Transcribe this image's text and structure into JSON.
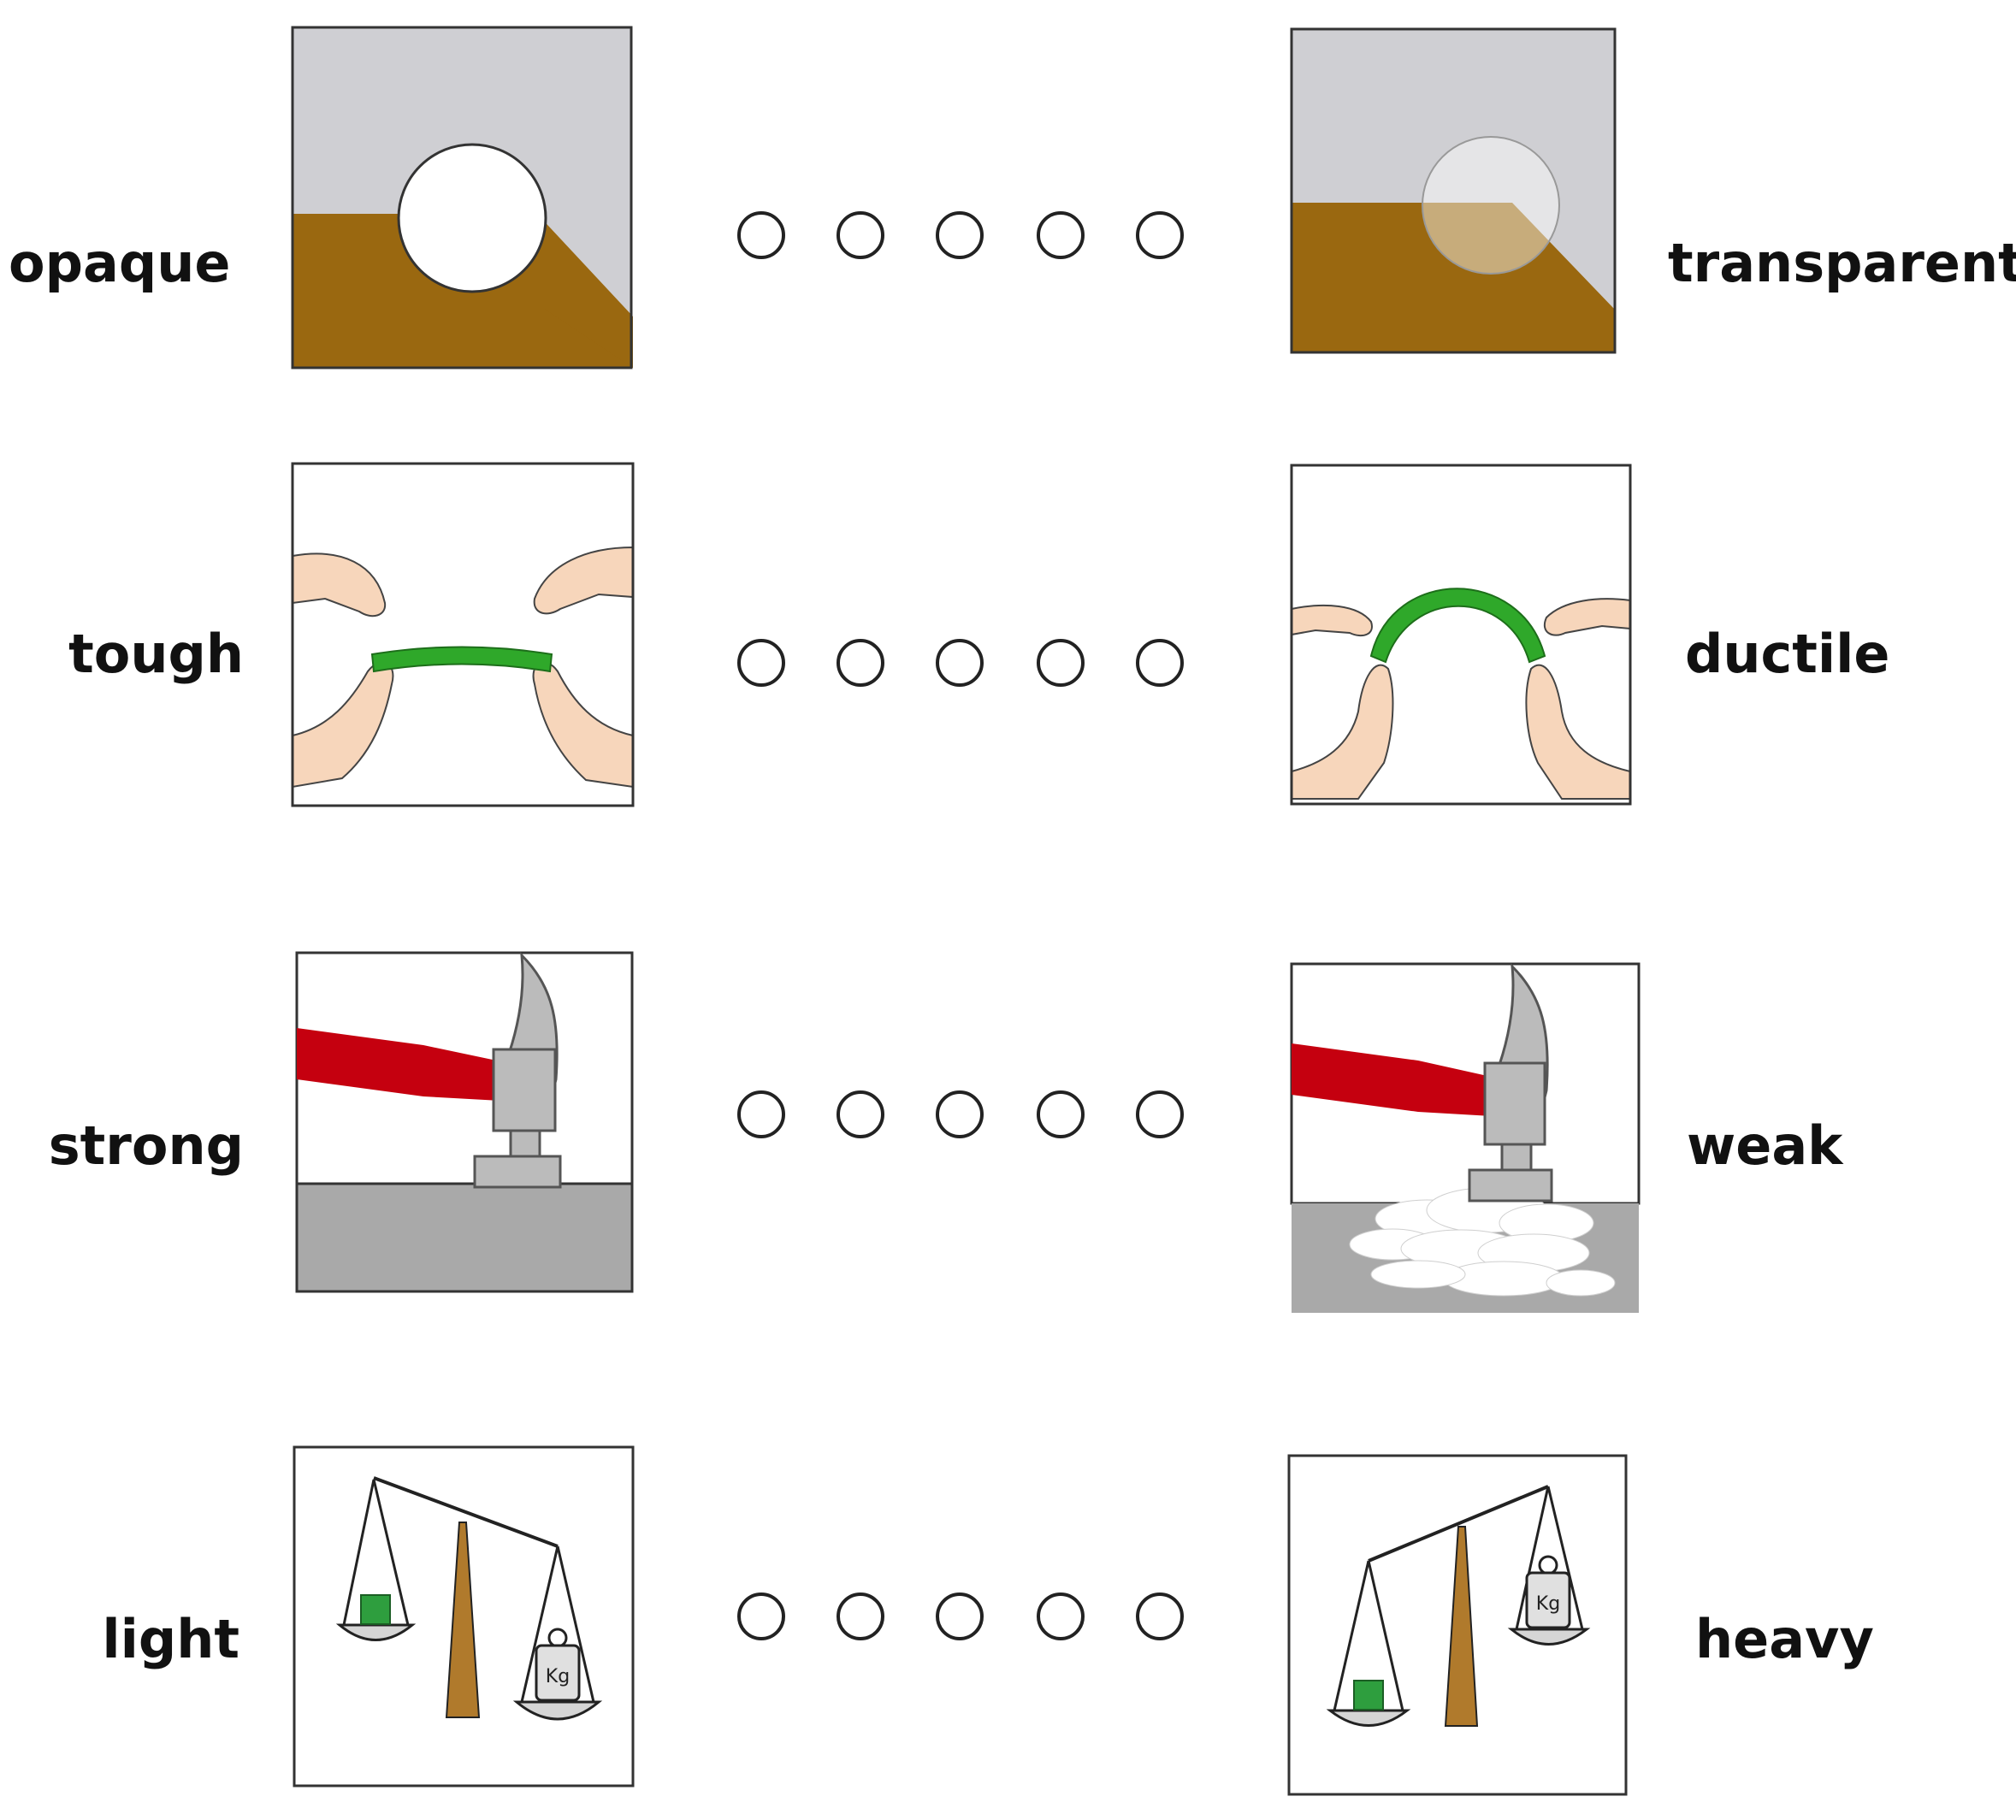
{
  "scales": [
    {
      "id": "opaque-transparent",
      "left_label": "opaque",
      "right_label": "transparent",
      "points": 5,
      "left_icon": "opaque-window-icon",
      "right_icon": "transparent-window-icon"
    },
    {
      "id": "tough-ductile",
      "left_label": "tough",
      "right_label": "ductile",
      "points": 5,
      "left_icon": "hands-flexing-stiff-bar-icon",
      "right_icon": "hands-bending-bar-icon"
    },
    {
      "id": "strong-weak",
      "left_label": "strong",
      "right_label": "weak",
      "points": 5,
      "left_icon": "hammer-striking-intact-block-icon",
      "right_icon": "hammer-shattering-block-icon"
    },
    {
      "id": "light-heavy",
      "left_label": "light",
      "right_label": "heavy",
      "points": 5,
      "left_icon": "balance-scale-light-icon",
      "right_icon": "balance-scale-heavy-icon"
    }
  ],
  "weight_label": "Kg",
  "colors": {
    "brown": "#9a6810",
    "sky": "#cfcfd3",
    "skin": "#f7d6bb",
    "bar_green": "#2fa82a",
    "handle_red": "#c5000f",
    "hammer_grey": "#bbbbbb",
    "base_grey": "#a9a9a9",
    "scale_post": "#b07a2c",
    "cube_green": "#2e9e3e"
  }
}
